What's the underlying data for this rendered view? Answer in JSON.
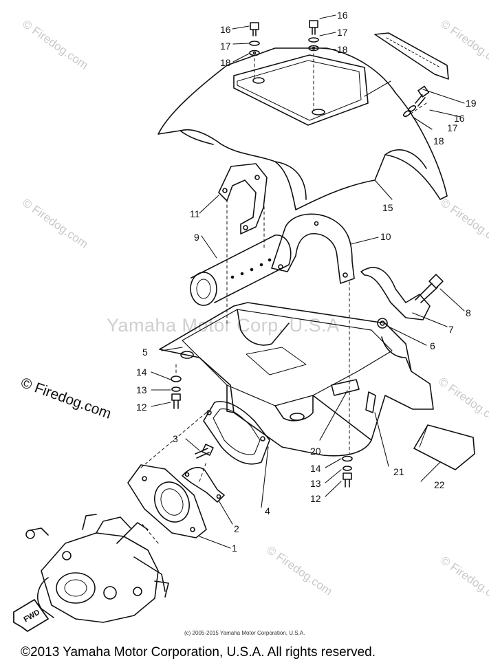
{
  "watermark": {
    "site": "© Firedog.com",
    "center_text": "Yamaha Motor Corp. U.S.A"
  },
  "diagram": {
    "fwd_label": "FWD",
    "callouts": [
      "1",
      "2",
      "3",
      "4",
      "5",
      "6",
      "7",
      "8",
      "9",
      "10",
      "11",
      "12",
      "12",
      "13",
      "13",
      "14",
      "14",
      "15",
      "16",
      "16",
      "16",
      "17",
      "17",
      "17",
      "18",
      "18",
      "18",
      "19",
      "20",
      "21",
      "22"
    ]
  },
  "small_copyright": "(c) 2005-2015 Yamaha Motor Corporation, U.S.A.",
  "footer_copyright": "©2013 Yamaha Motor Corporation, U.S.A. All rights reserved."
}
